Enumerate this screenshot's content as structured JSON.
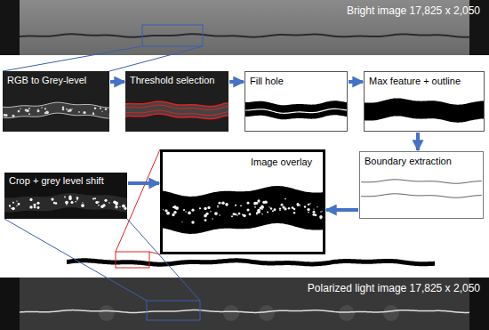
{
  "diagram": {
    "nodes": [
      {
        "text": [
          "Bright image 17,825 x 2,050"
        ]
      },
      {
        "text": [
          "RGB to Grey-level"
        ]
      },
      {
        "text": [
          "Threshold selection"
        ]
      },
      {
        "text": [
          "Fill hole"
        ]
      },
      {
        "text": [
          "Max feature + outline"
        ]
      },
      {
        "text": [
          "Boundary extraction"
        ]
      },
      {
        "text": [
          "Image overlay"
        ]
      },
      {
        "text": [
          "Crop + grey level shift"
        ]
      },
      {
        "text": [
          "Polarized light image 17,825 x 2,050"
        ]
      }
    ],
    "edges": [
      {
        "from": 1,
        "to": 2,
        "arrow": "to"
      },
      {
        "from": 2,
        "to": 3,
        "arrow": "to"
      },
      {
        "from": 3,
        "to": 4,
        "arrow": "to"
      },
      {
        "from": 4,
        "to": 5,
        "arrow": "to"
      },
      {
        "from": 5,
        "to": 6,
        "arrow": "to"
      },
      {
        "from": 7,
        "to": 6,
        "arrow": "to"
      }
    ]
  }
}
